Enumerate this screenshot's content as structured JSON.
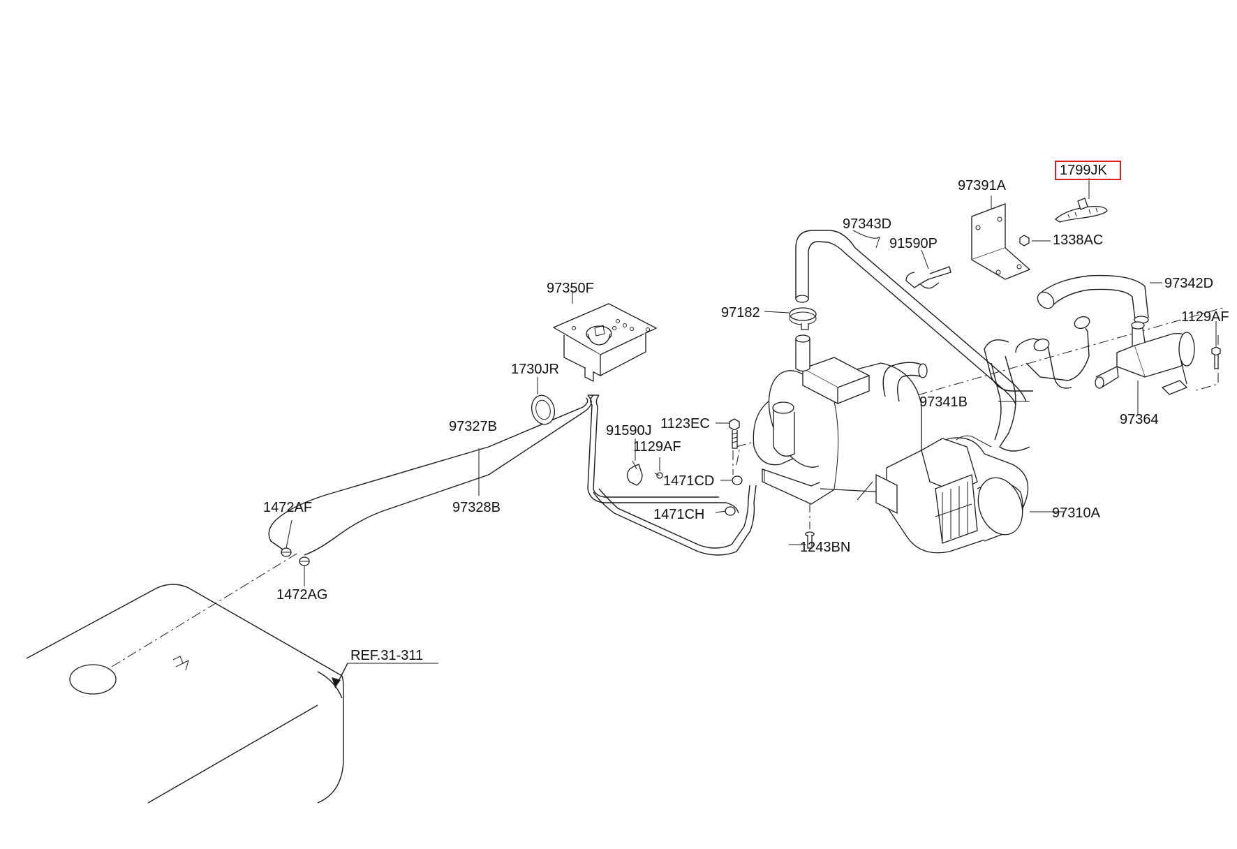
{
  "labels": {
    "p1799JK": "1799JK",
    "p97391A": "97391A",
    "p97343D": "97343D",
    "p91590P": "91590P",
    "p1338AC": "1338AC",
    "p97342D": "97342D",
    "p97350F": "97350F",
    "p97182": "97182",
    "p1129AF_r": "1129AF",
    "p1730JR": "1730JR",
    "p97341B": "97341B",
    "p97364": "97364",
    "p97327B": "97327B",
    "p91590J": "91590J",
    "p1123EC": "1123EC",
    "p1129AF_m": "1129AF",
    "p1471CD": "1471CD",
    "p97328B": "97328B",
    "p1472AF": "1472AF",
    "p1471CH": "1471CH",
    "p97310A": "97310A",
    "p1243BN": "1243BN",
    "p1472AG": "1472AG",
    "ref": "REF.31-311"
  },
  "colors": {
    "highlight": "#e02020",
    "line": "#1a1a1a"
  }
}
